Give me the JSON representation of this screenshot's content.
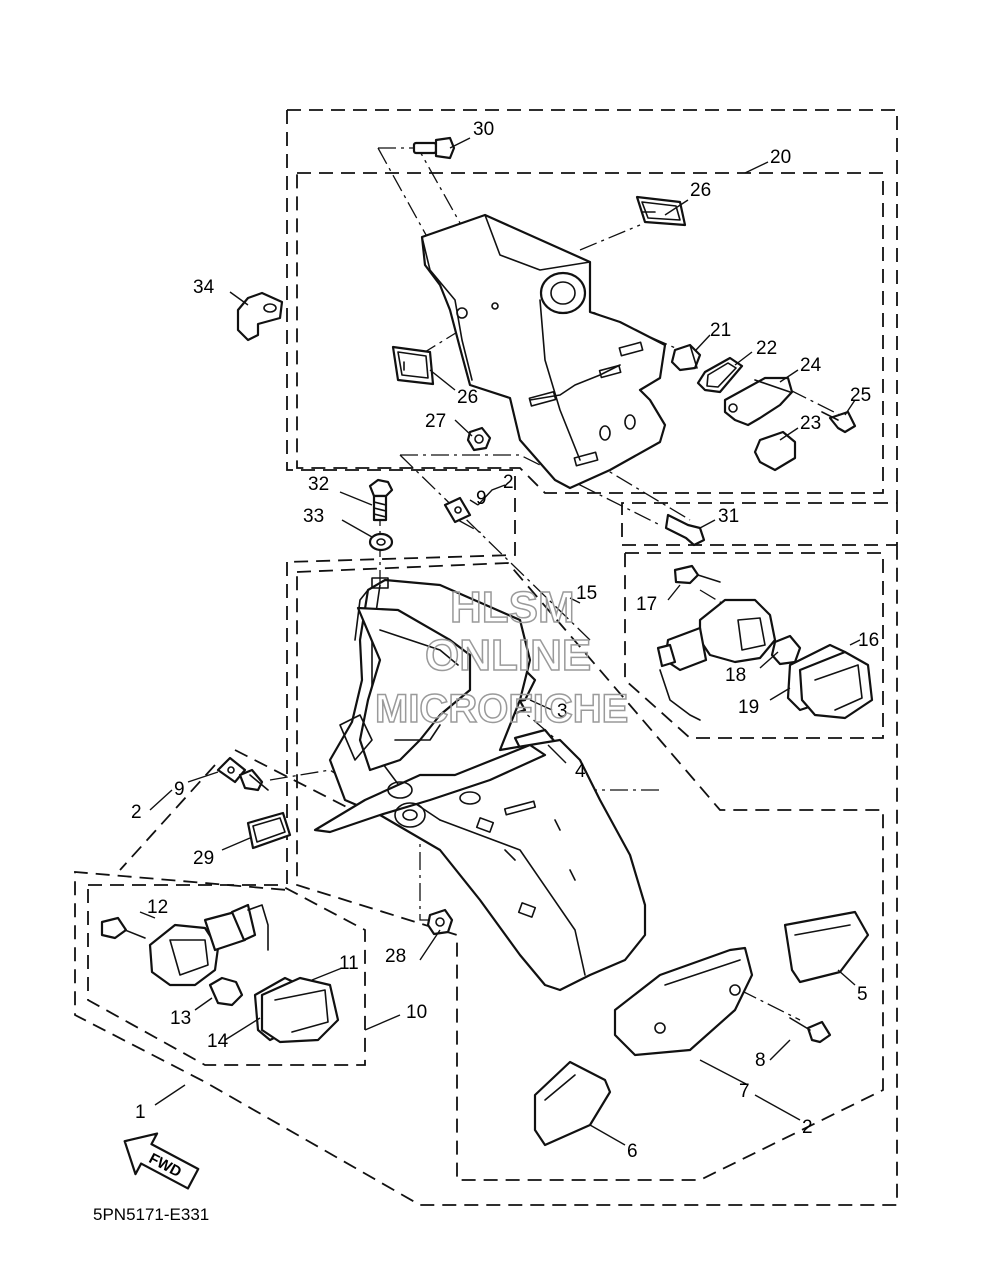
{
  "diagram_code": "5PN5171-E331",
  "watermark": {
    "line1": "HLSM",
    "line2": "ONLINE",
    "line3": "MICROFICHE"
  },
  "direction_label": "FWD",
  "callouts": {
    "c1": "1",
    "c2a": "2",
    "c2b": "2",
    "c2c": "2",
    "c3": "3",
    "c4": "4",
    "c5": "5",
    "c6": "6",
    "c7": "7",
    "c8": "8",
    "c9a": "9",
    "c9b": "9",
    "c10": "10",
    "c11": "11",
    "c12": "12",
    "c13": "13",
    "c14": "14",
    "c15": "15",
    "c16": "16",
    "c17": "17",
    "c18": "18",
    "c19": "19",
    "c20": "20",
    "c21": "21",
    "c22": "22",
    "c23": "23",
    "c24": "24",
    "c25": "25",
    "c26a": "26",
    "c26b": "26",
    "c27": "27",
    "c28": "28",
    "c29": "29",
    "c30": "30",
    "c31": "31",
    "c32": "32",
    "c33": "33",
    "c34": "34"
  }
}
